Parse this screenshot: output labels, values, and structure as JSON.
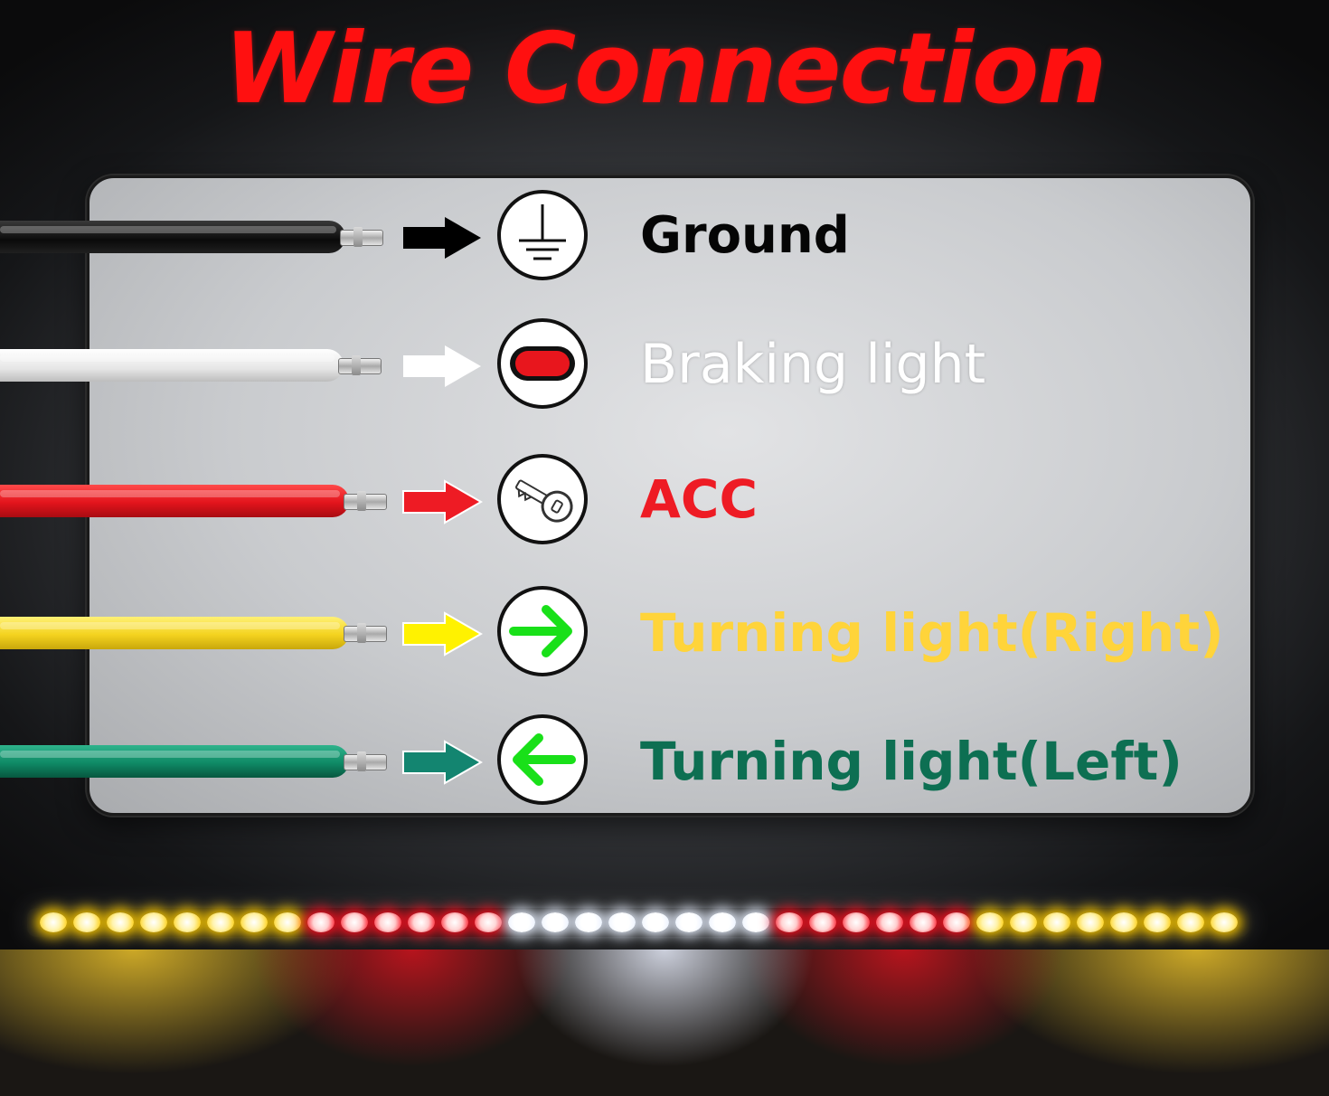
{
  "title": "Wire Connection",
  "rows": [
    {
      "key": "ground",
      "label": "Ground",
      "wire_color": "#111111",
      "arrow_color": "#000000",
      "label_color": "#050505",
      "icon": "ground-symbol-icon"
    },
    {
      "key": "brake",
      "label": "Braking light",
      "wire_color": "#f2f2f2",
      "arrow_color": "#ffffff",
      "label_color": "#ffffff",
      "icon": "brake-lamp-icon"
    },
    {
      "key": "acc",
      "label": "ACC",
      "wire_color": "#e3141c",
      "arrow_color": "#ee1b24",
      "label_color": "#ee1b24",
      "icon": "ignition-key-icon"
    },
    {
      "key": "right",
      "label": "Turning light(Right)",
      "wire_color": "#f4d31f",
      "arrow_color": "#fff200",
      "label_color": "#ffd43a",
      "icon": "right-arrow-icon"
    },
    {
      "key": "left",
      "label": "Turning light(Left)",
      "wire_color": "#0f8a66",
      "arrow_color": "#138570",
      "label_color": "#0d6f52",
      "icon": "left-arrow-icon"
    }
  ],
  "led_bar": {
    "segments": [
      {
        "color": "#fff4b0",
        "glow": "#ffcc00",
        "count": 8
      },
      {
        "color": "#ffd6d6",
        "glow": "#ff1020",
        "count": 6
      },
      {
        "color": "#ffffff",
        "glow": "#e8f0ff",
        "count": 8
      },
      {
        "color": "#ffd6d6",
        "glow": "#ff1020",
        "count": 6
      },
      {
        "color": "#fff4b0",
        "glow": "#ffcc00",
        "count": 8
      }
    ]
  },
  "icon_colors": {
    "turn_arrow": "#19e019",
    "brake_lamp": "#e8161d"
  }
}
